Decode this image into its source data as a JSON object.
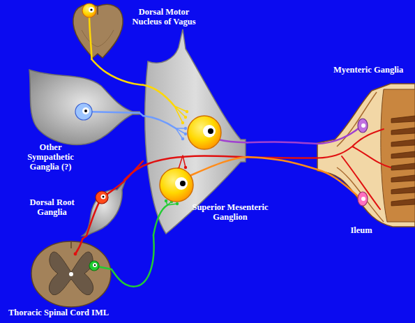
{
  "diagram": {
    "nodes": [
      {
        "text": [
          "Dorsal Motor Nucleus of Vagus"
        ]
      },
      {
        "text": [
          "Other Sympathetic Ganglia (?)"
        ]
      },
      {
        "text": [
          "Superior Mesenteric Ganglion"
        ]
      },
      {
        "text": [
          "Dorsal Root Ganglia"
        ]
      },
      {
        "text": [
          "Thoracic Spinal Cord IML"
        ]
      },
      {
        "text": [
          "Ileum"
        ]
      }
    ],
    "edges": [
      {
        "from": 0,
        "to": 2,
        "arrow": "none"
      },
      {
        "from": 1,
        "to": 2,
        "arrow": "none"
      },
      {
        "from": 3,
        "to": 2,
        "arrow": "none"
      },
      {
        "from": 3,
        "to": 5,
        "arrow": "none"
      },
      {
        "from": 3,
        "to": 4,
        "arrow": "none"
      },
      {
        "from": 4,
        "to": 2,
        "arrow": "none"
      },
      {
        "from": 2,
        "to": 5,
        "arrow": "none"
      },
      {
        "from": 2,
        "to": 5,
        "arrow": "none"
      }
    ],
    "labels": [
      "Myenteric Ganglia"
    ]
  }
}
